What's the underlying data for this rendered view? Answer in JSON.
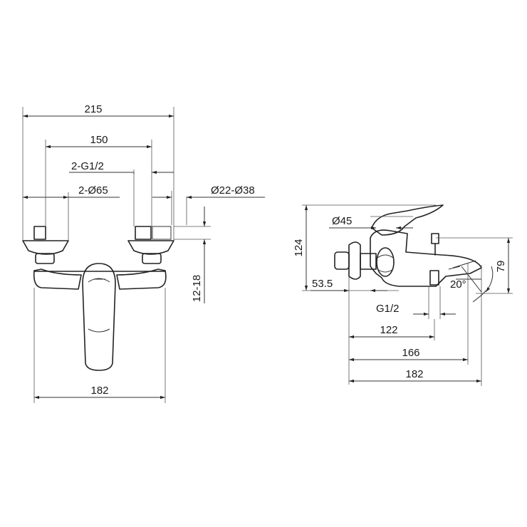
{
  "front_view": {
    "dim_215": "215",
    "dim_150": "150",
    "dim_2g12": "2-G1/2",
    "dim_2d65": "2-Ø65",
    "dim_d22d38": "Ø22-Ø38",
    "dim_12_18": "12-18",
    "dim_182": "182"
  },
  "side_view": {
    "dim_d45": "Ø45",
    "dim_124": "124",
    "dim_53_5": "53.5",
    "dim_g12": "G1/2",
    "dim_122": "122",
    "dim_166": "166",
    "dim_182": "182",
    "dim_79": "79",
    "dim_20deg": "20°"
  }
}
